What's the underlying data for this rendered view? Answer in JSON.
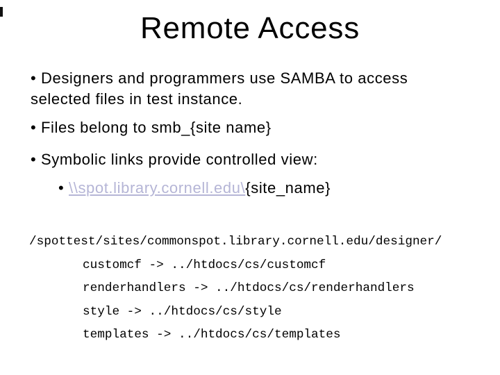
{
  "slide": {
    "title": "Remote Access",
    "bullets": [
      {
        "text": "• Designers and programmers use SAMBA to access\nselected files in test instance."
      },
      {
        "text": "• Files belong to smb_{site name}"
      },
      {
        "text": "• Symbolic links provide controlled view:"
      }
    ],
    "sub_bullet": {
      "marker": "• ",
      "link_text": "\\\\spot.library.cornell.edu\\",
      "suffix": "{site_name}"
    },
    "code_lines": [
      "/spottest/sites/commonspot.library.cornell.edu/designer/",
      "customcf -> ../htdocs/cs/customcf",
      "renderhandlers -> ../htdocs/cs/renderhandlers",
      "style -> ../htdocs/cs/style",
      "templates -> ../htdocs/cs/templates"
    ],
    "colors": {
      "background": "#ffffff",
      "text": "#000000",
      "link": "#b5b5d6"
    }
  }
}
